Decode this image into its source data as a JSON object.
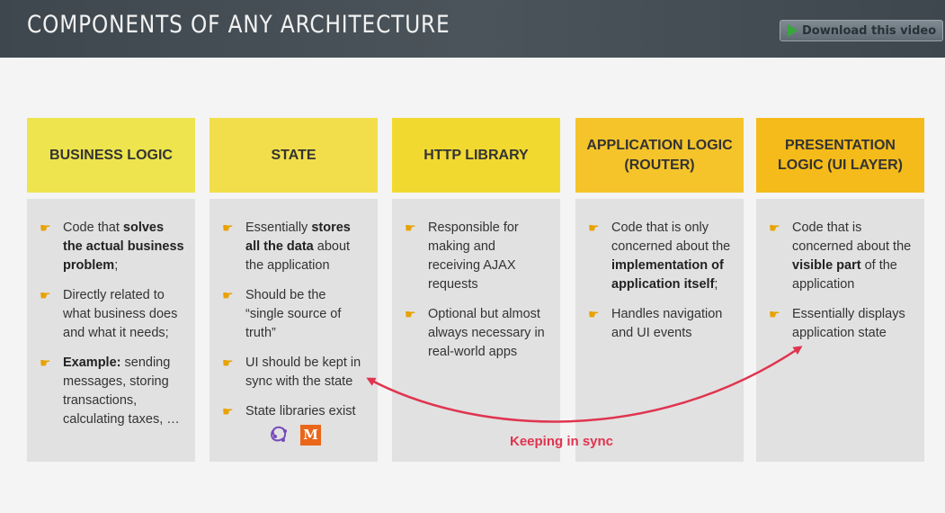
{
  "header": {
    "title": "COMPONENTS OF ANY ARCHITECTURE",
    "download_button": "Download this video",
    "play_icon": "play-icon"
  },
  "columns": [
    {
      "heading": "BUSINESS LOGIC",
      "color": "#ede44e",
      "items": [
        [
          {
            "t": "Code that "
          },
          {
            "t": "solves the actual business problem",
            "b": true
          },
          {
            "t": ";"
          }
        ],
        [
          {
            "t": "Directly related to what business does and what it needs;"
          }
        ],
        [
          {
            "t": "Example:",
            "b": true
          },
          {
            "t": " sending messages, storing transactions, calculating taxes, …"
          }
        ]
      ]
    },
    {
      "heading": "STATE",
      "color": "#f2de4a",
      "items": [
        [
          {
            "t": "Essentially "
          },
          {
            "t": "stores all the data",
            "b": true
          },
          {
            "t": " about the application"
          }
        ],
        [
          {
            "t": "Should be the “single source of truth”"
          }
        ],
        [
          {
            "t": "UI should be kept in sync with the state"
          }
        ],
        [
          {
            "t": "State libraries exist"
          }
        ]
      ],
      "library_icons": [
        "redux-icon",
        "mobx-icon"
      ]
    },
    {
      "heading": "HTTP LIBRARY",
      "color": "#f2d930",
      "items": [
        [
          {
            "t": "Responsible for making and receiving AJAX requests"
          }
        ],
        [
          {
            "t": "Optional but almost always necessary in real-world apps"
          }
        ]
      ]
    },
    {
      "heading": "APPLICATION LOGIC (ROUTER)",
      "color": "#f5c42a",
      "items": [
        [
          {
            "t": "Code that is only concerned about the "
          },
          {
            "t": "implementation of application itself",
            "b": true
          },
          {
            "t": ";"
          }
        ],
        [
          {
            "t": "Handles navigation and UI events"
          }
        ]
      ]
    },
    {
      "heading": "PRESENTATION LOGIC (UI LAYER)",
      "color": "#f5bb1a",
      "items": [
        [
          {
            "t": "Code that is concerned about the "
          },
          {
            "t": "visible part",
            "b": true
          },
          {
            "t": " of the application"
          }
        ],
        [
          {
            "t": "Essentially displays application state"
          }
        ]
      ]
    }
  ],
  "sync_label": "Keeping in sync",
  "arrow_color": "#e0344f",
  "bullet_icon": "pointing-hand-icon"
}
